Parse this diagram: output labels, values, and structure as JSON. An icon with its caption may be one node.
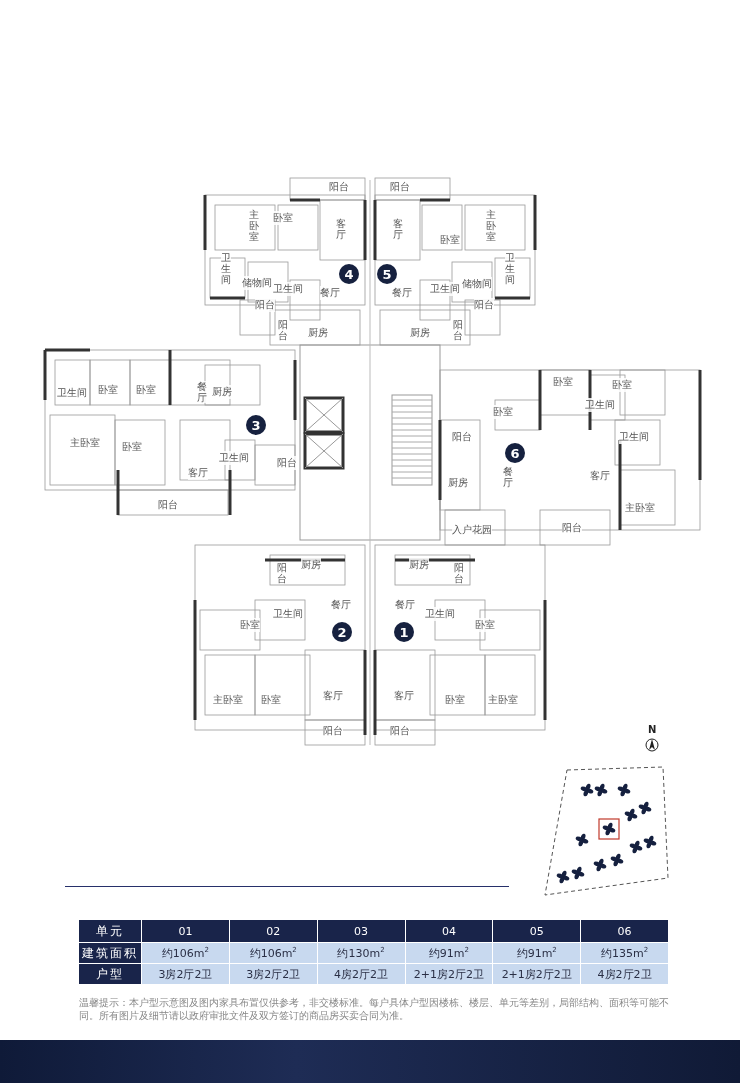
{
  "diagram": {
    "nodes": [
      {
        "text": [
          "4"
        ]
      },
      {
        "text": [
          "5"
        ]
      },
      {
        "text": [
          "3"
        ]
      },
      {
        "text": [
          "6"
        ]
      },
      {
        "text": [
          "2"
        ]
      },
      {
        "text": [
          "1"
        ]
      }
    ],
    "labels": [
      "阳台",
      "主卧室",
      "卧室",
      "客厅",
      "卫生间",
      "储物间",
      "餐厅",
      "卫生间",
      "阳台",
      "阳台",
      "厨房",
      "阳台",
      "客厅",
      "卧室",
      "主卧室",
      "卫生间",
      "储物间",
      "餐厅",
      "卫生间",
      "阳台",
      "厨房",
      "阳台",
      "卫生间",
      "卧室",
      "卧室",
      "餐厅",
      "厨房",
      "主卧室",
      "卧室",
      "卫生间",
      "阳台",
      "客厅",
      "阳台",
      "卧室",
      "卧室",
      "卫生间",
      "卧室",
      "阳台",
      "卫生间",
      "餐厅",
      "厨房",
      "客厅",
      "主卧室",
      "入户花园",
      "阳台",
      "阳台",
      "厨房",
      "厨房",
      "阳台",
      "餐厅",
      "餐厅",
      "卫生间",
      "卫生间",
      "卧室",
      "卧室",
      "主卧室",
      "卧室",
      "客厅",
      "客厅",
      "卧室",
      "主卧室",
      "阳台",
      "阳台",
      "N",
      "单元",
      "01",
      "02",
      "03",
      "04",
      "05",
      "06",
      "建筑面积",
      "约106m$^{2}$",
      "约106m$^{2}$",
      "约130m$^{2}$",
      "约91m$^{2}$",
      "约91m$^{2}$",
      "约135m$^{2}$",
      "户型",
      "3房2厅2卫",
      "3房2厅2卫",
      "4房2厅2卫",
      "2+1房2厅2卫",
      "2+1房2厅2卫",
      "4房2厅2卫",
      "温馨提示：本户型示意图及图内家具布置仅供参考，非交楼标准。每户具体户型因楼栋、楼层、单元等差别，局部结构、面积等可能不同。所有图片及细节请以政府审批文件及双方签订的商品房买卖合同为准。"
    ]
  }
}
